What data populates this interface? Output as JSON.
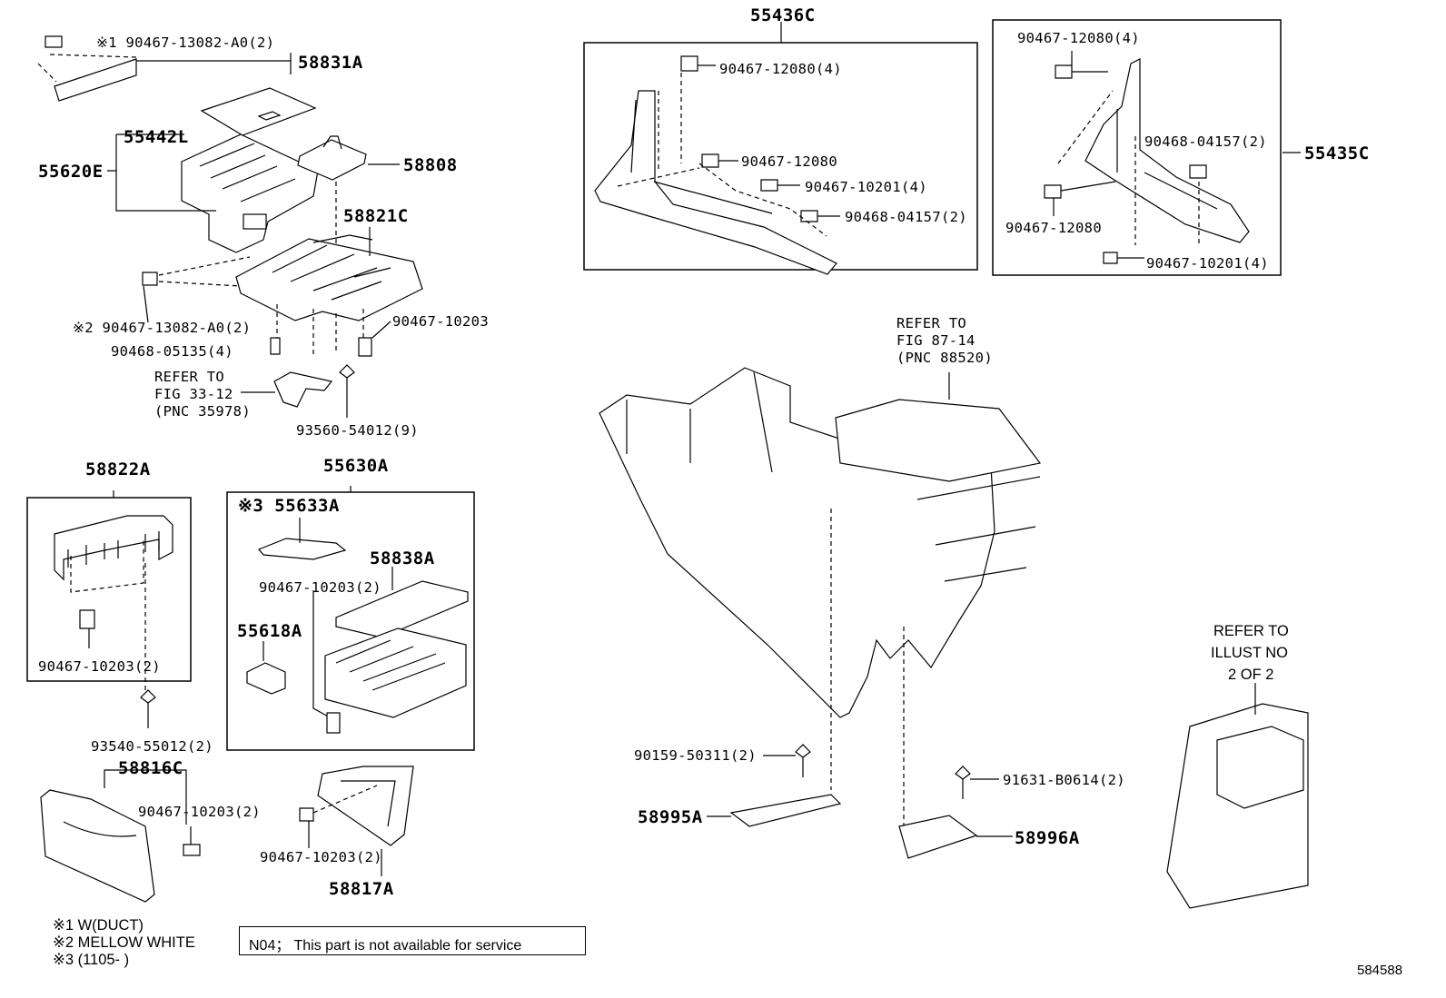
{
  "parts": {
    "p58831A": "58831A",
    "p90467_13082_1": "※1 90467-13082-A0(2)",
    "p55442L": "55442L",
    "p55620E": "55620E",
    "p58808": "58808",
    "p58821C": "58821C",
    "p90467_13082_2": "※2 90467-13082-A0(2)",
    "p90467_10203_a": "90467-10203",
    "p90468_05135": "90468-05135(4)",
    "p93560_54012": "93560-54012(9)",
    "p58822A": "58822A",
    "p90467_10203_b": "90467-10203(2)",
    "p93540_55012": "93540-55012(2)",
    "p55630A": "55630A",
    "p55633A": "※3 55633A",
    "p90467_10203_c": "90467-10203(2)",
    "p58838A": "58838A",
    "p55618A": "55618A",
    "p58816C": "58816C",
    "p90467_10203_d": "90467-10203(2)",
    "p90467_10203_e": "90467-10203(2)",
    "p58817A": "58817A",
    "p55436C": "55436C",
    "p90467_12080_4a": "90467-12080(4)",
    "p90467_12080_a": "90467-12080",
    "p90467_10201_4a": "90467-10201(4)",
    "p90468_04157_2a": "90468-04157(2)",
    "p55435C": "55435C",
    "p90467_12080_4b": "90467-12080(4)",
    "p90468_04157_2b": "90468-04157(2)",
    "p90467_12080_b": "90467-12080",
    "p90467_10201_4b": "90467-10201(4)",
    "p90159_50311": "90159-50311(2)",
    "p58995A": "58995A",
    "p91631_B0614": "91631-B0614(2)",
    "p58996A": "58996A"
  },
  "refs": {
    "fig33_1": "REFER TO",
    "fig33_2": "FIG 33-12",
    "fig33_3": "(PNC 35978)",
    "fig87_1": "REFER TO",
    "fig87_2": "FIG 87-14",
    "fig87_3": "(PNC 88520)",
    "illust_1": "REFER TO",
    "illust_2": "ILLUST NO",
    "illust_3": "2 OF 2"
  },
  "notes": {
    "n1": "※1 W(DUCT)",
    "n2": "※2 MELLOW WHITE",
    "n3": "※3 (1105-    )",
    "box": "N04； This part is not available for service",
    "diagram_id": "584588"
  }
}
